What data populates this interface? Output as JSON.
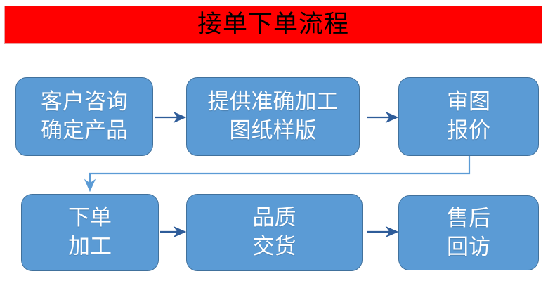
{
  "slide": {
    "title": "接单下单流程",
    "title_background_color": "#FF0000",
    "title_text_color": "#000000",
    "canvas_background_color": "#FFFFFF"
  },
  "theme": {
    "node_fill": "#5B9BD5",
    "node_border": "#41719C",
    "node_text_color": "#FFFFFF",
    "arrow_color": "#2E5C99",
    "elbow_connector_color": "#5B9BD5"
  },
  "flow": {
    "nodes": [
      {
        "id": "node-1",
        "name": "customer-inquiry",
        "lines": [
          "客户咨询",
          "确定产品"
        ]
      },
      {
        "id": "node-2",
        "name": "provide-drawings",
        "lines": [
          "提供准确加工",
          "图纸样版"
        ]
      },
      {
        "id": "node-3",
        "name": "review-quote",
        "lines": [
          "审图",
          "报价"
        ]
      },
      {
        "id": "node-4",
        "name": "place-order-process",
        "lines": [
          "下单",
          "加工"
        ]
      },
      {
        "id": "node-5",
        "name": "quality-delivery",
        "lines": [
          "品质",
          "交货"
        ]
      },
      {
        "id": "node-6",
        "name": "after-sales-followup",
        "lines": [
          "售后",
          "回访"
        ]
      }
    ],
    "connectors": [
      {
        "name": "arrow-node1-to-node2",
        "from": "node-1",
        "to": "node-2",
        "style": "straight-right"
      },
      {
        "name": "arrow-node2-to-node3",
        "from": "node-2",
        "to": "node-3",
        "style": "straight-right"
      },
      {
        "name": "elbow-node3-to-node4",
        "from": "node-3",
        "to": "node-4",
        "style": "elbow-down-left-down"
      },
      {
        "name": "arrow-node4-to-node5",
        "from": "node-4",
        "to": "node-5",
        "style": "straight-right"
      },
      {
        "name": "arrow-node5-to-node6",
        "from": "node-5",
        "to": "node-6",
        "style": "straight-right"
      }
    ]
  }
}
